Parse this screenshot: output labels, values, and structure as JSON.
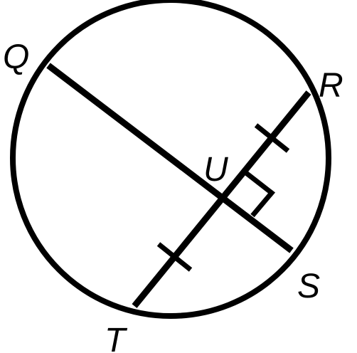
{
  "points": {
    "q": "Q",
    "r": "R",
    "s": "S",
    "t": "T",
    "u": "U"
  },
  "colors": {
    "ink": "#000000",
    "background": "#ffffff"
  }
}
